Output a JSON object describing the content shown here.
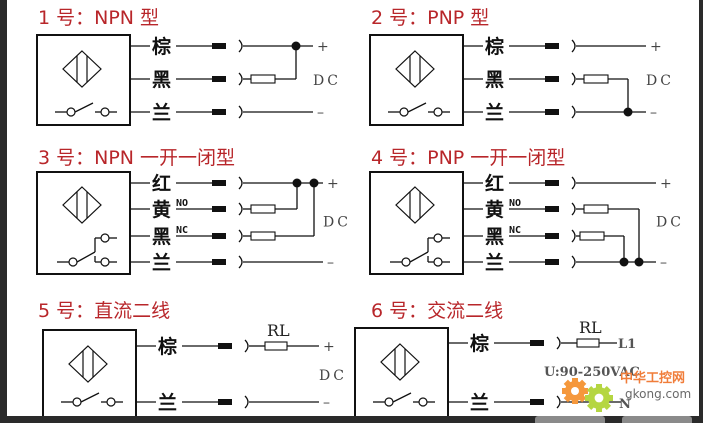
{
  "diagrams": [
    {
      "id": "1",
      "title": "1 号：NPN 型",
      "type": "npn",
      "wires": [
        {
          "label": "棕",
          "color_name": "brown",
          "terminal": "+"
        },
        {
          "label": "黑",
          "color_name": "black",
          "terminal": ""
        },
        {
          "label": "兰",
          "color_name": "blue",
          "terminal": "-"
        }
      ],
      "supply_label": "DC"
    },
    {
      "id": "2",
      "title": "2 号：PNP 型",
      "type": "pnp",
      "wires": [
        {
          "label": "棕",
          "color_name": "brown",
          "terminal": "+"
        },
        {
          "label": "黑",
          "color_name": "black",
          "terminal": ""
        },
        {
          "label": "兰",
          "color_name": "blue",
          "terminal": "-"
        }
      ],
      "supply_label": "DC"
    },
    {
      "id": "3",
      "title": "3 号：NPN 一开一闭型",
      "type": "npn-no-nc",
      "wires": [
        {
          "label": "红",
          "color_name": "red",
          "terminal": "+",
          "sub": ""
        },
        {
          "label": "黄",
          "color_name": "yellow",
          "terminal": "",
          "sub": "NO"
        },
        {
          "label": "黑",
          "color_name": "black",
          "terminal": "",
          "sub": "NC"
        },
        {
          "label": "兰",
          "color_name": "blue",
          "terminal": "-",
          "sub": ""
        }
      ],
      "supply_label": "DC"
    },
    {
      "id": "4",
      "title": "4 号：PNP 一开一闭型",
      "type": "pnp-no-nc",
      "wires": [
        {
          "label": "红",
          "color_name": "red",
          "terminal": "+",
          "sub": ""
        },
        {
          "label": "黄",
          "color_name": "yellow",
          "terminal": "",
          "sub": "NO"
        },
        {
          "label": "黑",
          "color_name": "black",
          "terminal": "",
          "sub": "NC"
        },
        {
          "label": "兰",
          "color_name": "blue",
          "terminal": "-",
          "sub": ""
        }
      ],
      "supply_label": "DC"
    },
    {
      "id": "5",
      "title": "5 号：直流二线",
      "type": "dc-2wire",
      "wires": [
        {
          "label": "棕",
          "color_name": "brown",
          "terminal": "+"
        },
        {
          "label": "兰",
          "color_name": "blue",
          "terminal": "-"
        }
      ],
      "load_label": "RL",
      "supply_label": "DC"
    },
    {
      "id": "6",
      "title": "6 号：交流二线",
      "type": "ac-2wire",
      "wires": [
        {
          "label": "棕",
          "color_name": "brown",
          "terminal": "L1"
        },
        {
          "label": "兰",
          "color_name": "blue",
          "terminal": "N"
        }
      ],
      "load_label": "RL",
      "supply_label": "U:90-250VAC"
    }
  ],
  "watermark": {
    "cn_text": "中华工控网",
    "url_text": "gkong.com",
    "icon": "gear-icon"
  },
  "colors": {
    "title": "#b8262a",
    "line": "#111111",
    "background": "#ffffff",
    "frame": "#2a2a2a"
  }
}
